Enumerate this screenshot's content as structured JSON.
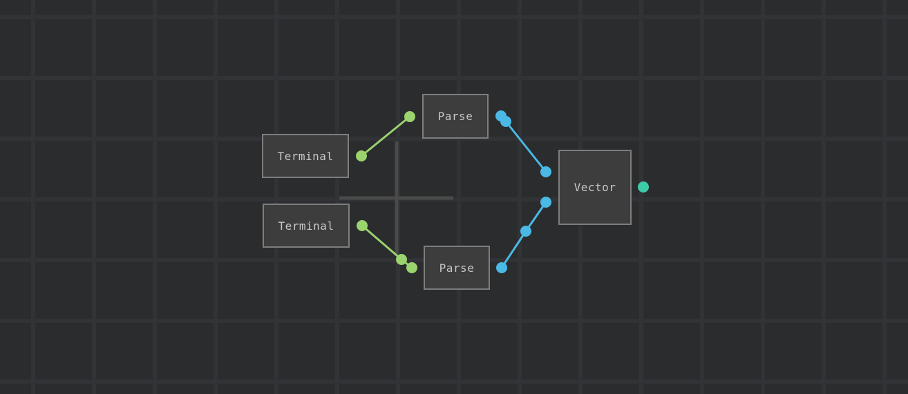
{
  "nodes": {
    "terminal_1": {
      "label": "Terminal"
    },
    "terminal_2": {
      "label": "Terminal"
    },
    "parse_1": {
      "label": "Parse"
    },
    "parse_2": {
      "label": "Parse"
    },
    "vector": {
      "label": "Vector"
    }
  },
  "colors": {
    "background": "#2b2c2e",
    "grid": "#323336",
    "node_fill": "#3d3d3d",
    "node_border": "#7e7e7e",
    "node_text": "#c8c8c8",
    "terminal_link": "#9bd36e",
    "parse_link": "#4ab9e6",
    "vector_output": "#3ecbaa",
    "crosshair": "#4a4a4a"
  },
  "icons": {
    "crosshair": "crosshair-icon"
  }
}
